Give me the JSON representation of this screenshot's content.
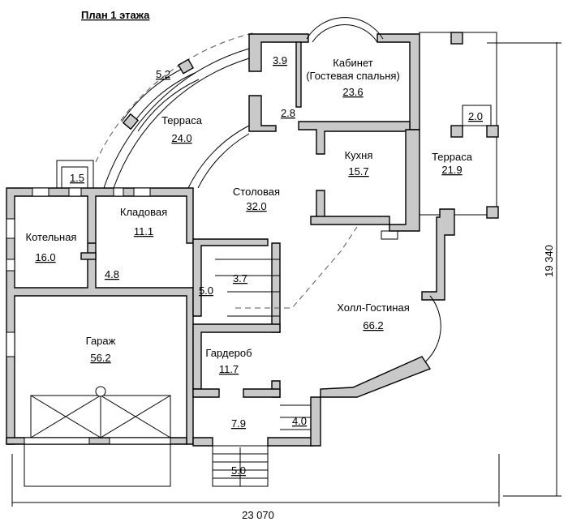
{
  "title": "План 1 этажа",
  "rooms": [
    {
      "name": "Кабинет",
      "name2": "(Гостевая спальня)",
      "area": "23.6"
    },
    {
      "name": "",
      "area": "3.9"
    },
    {
      "name": "",
      "area": "2.8"
    },
    {
      "name": "Терраса",
      "area": "24.0"
    },
    {
      "name": "",
      "area": "5.2"
    },
    {
      "name": "Кухня",
      "area": "15.7"
    },
    {
      "name": "Терраса",
      "area": "21.9"
    },
    {
      "name": "",
      "area": "2.0"
    },
    {
      "name": "",
      "area": "1.5"
    },
    {
      "name": "Котельная",
      "area": "16.0"
    },
    {
      "name": "Кладовая",
      "area": "11.1"
    },
    {
      "name": "Столовая",
      "area": "32.0"
    },
    {
      "name": "",
      "area": "4.8"
    },
    {
      "name": "",
      "area": "3.7"
    },
    {
      "name": "",
      "area": "5.0"
    },
    {
      "name": "Холл-Гостиная",
      "area": "66.2"
    },
    {
      "name": "Гараж",
      "area": "56.2"
    },
    {
      "name": "Гардероб",
      "area": "11.7"
    },
    {
      "name": "",
      "area": "7.9"
    },
    {
      "name": "",
      "area": "4.0"
    },
    {
      "name": "",
      "area": "5.0"
    }
  ],
  "dimensions": {
    "width": "23 070",
    "height": "19 340"
  }
}
